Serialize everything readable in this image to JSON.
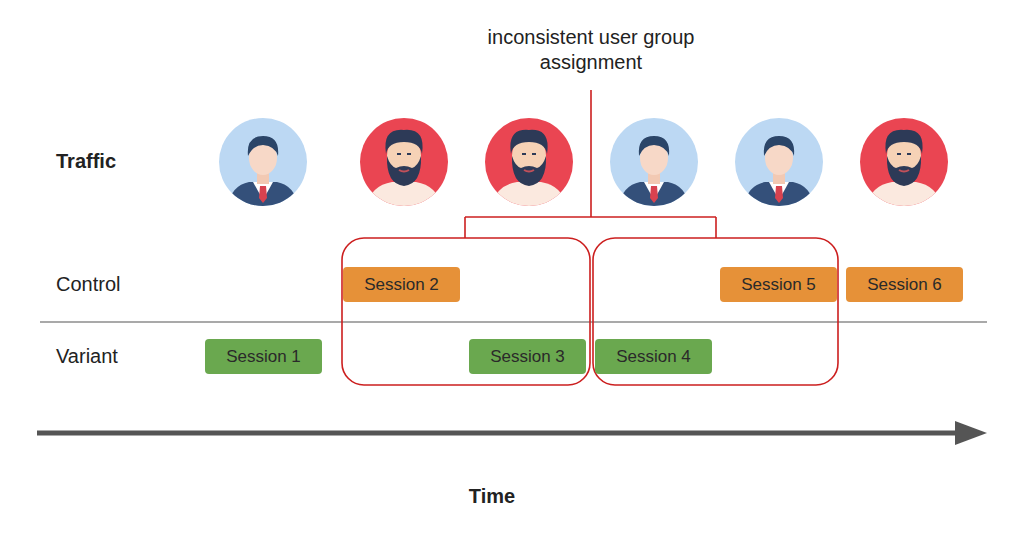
{
  "diagram": {
    "nodes": [
      {
        "text": [
          "Session 1"
        ]
      },
      {
        "text": [
          "Session 2"
        ]
      },
      {
        "text": [
          "Session 3"
        ]
      },
      {
        "text": [
          "Session 4"
        ]
      },
      {
        "text": [
          "Session 5"
        ]
      },
      {
        "text": [
          "Session 6"
        ]
      }
    ],
    "labels": [
      "inconsistent user group assignment",
      "Traffic",
      "Control",
      "Variant",
      "Time"
    ]
  }
}
